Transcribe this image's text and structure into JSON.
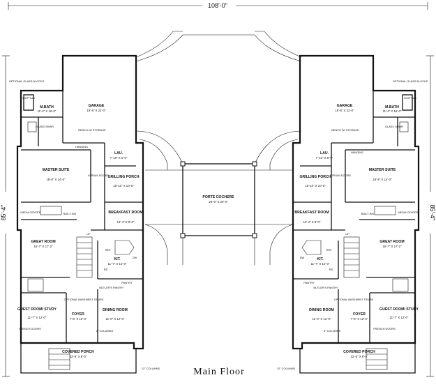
{
  "dimensions": {
    "width_overall": "108'-0\"",
    "depth_left": "85'-4\"",
    "depth_right": "85'-4\""
  },
  "title": "Main Floor",
  "porte_cochere": {
    "name": "PORTE COCHERE",
    "size": "20'-0\" X 20'-0\""
  },
  "left": {
    "garage": {
      "name": "GARAGE",
      "size": "19'-8\" X 22'-0\""
    },
    "mbath": {
      "name": "M.BATH",
      "size": "11'-4\" X 16'-0\""
    },
    "whp_tub": "WHP TUB",
    "glass_blocks": "OPTIONAL GLASS BLOCKS",
    "glass_shwr": "GLASS SHWR",
    "bench": "BENCH W/ STORAGE",
    "hanging": "HANGING",
    "lau": {
      "name": "LAU.",
      "size": "7'-10\" X 6'-0\""
    },
    "master": {
      "name": "MASTER SUITE",
      "size": "18'-8\" X 14'-0\""
    },
    "atrium": "ATRIUM DOORS",
    "grilling": {
      "name": "GRILLING PORCH",
      "size": "18'-10\" X 10'-0\""
    },
    "media": "MEDIA CENTER",
    "builtins": "BUILT-INS",
    "breakfast": {
      "name": "BREAKFAST ROOM",
      "size": "14'-4\" X 8'-0\""
    },
    "great": {
      "name": "GREAT ROOM",
      "size": "16'-7\" X 17'-2\""
    },
    "up": "UP",
    "ref": "REF.",
    "dw": "DW",
    "kit": {
      "name": "KIT.",
      "size": "11'-7\" X 12'-0\""
    },
    "rs": "RS.",
    "pantry": "PANTRY",
    "butlers": "BUTLER'S PANTRY",
    "guest": {
      "name": "GUEST ROOM/ STUDY",
      "size": "11'-7\" X 12'-0\""
    },
    "basement": "OPTIONAL BASEMENT STAIRS",
    "foyer": {
      "name": "FOYER",
      "size": "7'-6\" X 12'-0\""
    },
    "dining": {
      "name": "DINING ROOM",
      "size": "11'-0\" X 12'-0\""
    },
    "cols8": "8\" COLUMNS",
    "french": "FRENCH DOORS",
    "porch": {
      "name": "COVERED PORCH",
      "size": "32'-8\" X 8'-0\""
    },
    "cols12": "12\" COLUMNS"
  },
  "right": {
    "garage": {
      "name": "GARAGE",
      "size": "19'-8\" X 22'-0\""
    },
    "mbath": {
      "name": "M.BATH",
      "size": "11'-4\" X 16'-0\""
    },
    "whp_tub": "WHP TUB",
    "glass_blocks": "OPTIONAL GLASS BLOCKS",
    "glass_shwr": "GLASS SHWR",
    "bench": "BENCH W/ STORAGE",
    "hanging": "HANGING",
    "lau": {
      "name": "LAU.",
      "size": "7'-10\" X 6'-0\""
    },
    "master": {
      "name": "MASTER SUITE",
      "size": "18'-8\" X 14'-0\""
    },
    "atrium": "ATRIUM DOORS",
    "grilling": {
      "name": "GRILLING PORCH",
      "size": "18'-10\" X 10'-0\""
    },
    "media": "MEDIA CENTER",
    "builtins": "BUILT-INS",
    "breakfast": {
      "name": "BREAKFAST ROOM",
      "size": "14'-4\" X 8'-0\""
    },
    "great": {
      "name": "GREAT ROOM",
      "size": "16'-7\" X 17'-2\""
    },
    "up": "UP",
    "ref": "REF.",
    "dw": "DW",
    "kit": {
      "name": "KIT.",
      "size": "11'-7\" X 12'-0\""
    },
    "rs": "RS.",
    "pantry": "PANTRY",
    "butlers": "BUTLER'S PANTRY",
    "guest": {
      "name": "GUEST ROOM/ STUDY",
      "size": "11'-7\" X 12'-0\""
    },
    "basement": "OPTIONAL BASEMENT STAIRS",
    "foyer": {
      "name": "FOYER",
      "size": "7'-6\" X 12'-0\""
    },
    "dining": {
      "name": "DINING ROOM",
      "size": "11'-0\" X 12'-0\""
    },
    "cols8": "8\" COLUMNS",
    "french": "FRENCH DOORS",
    "porch": {
      "name": "COVERED PORCH",
      "size": "32'-8\" X 8'-0\""
    },
    "cols12": "12\" COLUMNS"
  }
}
